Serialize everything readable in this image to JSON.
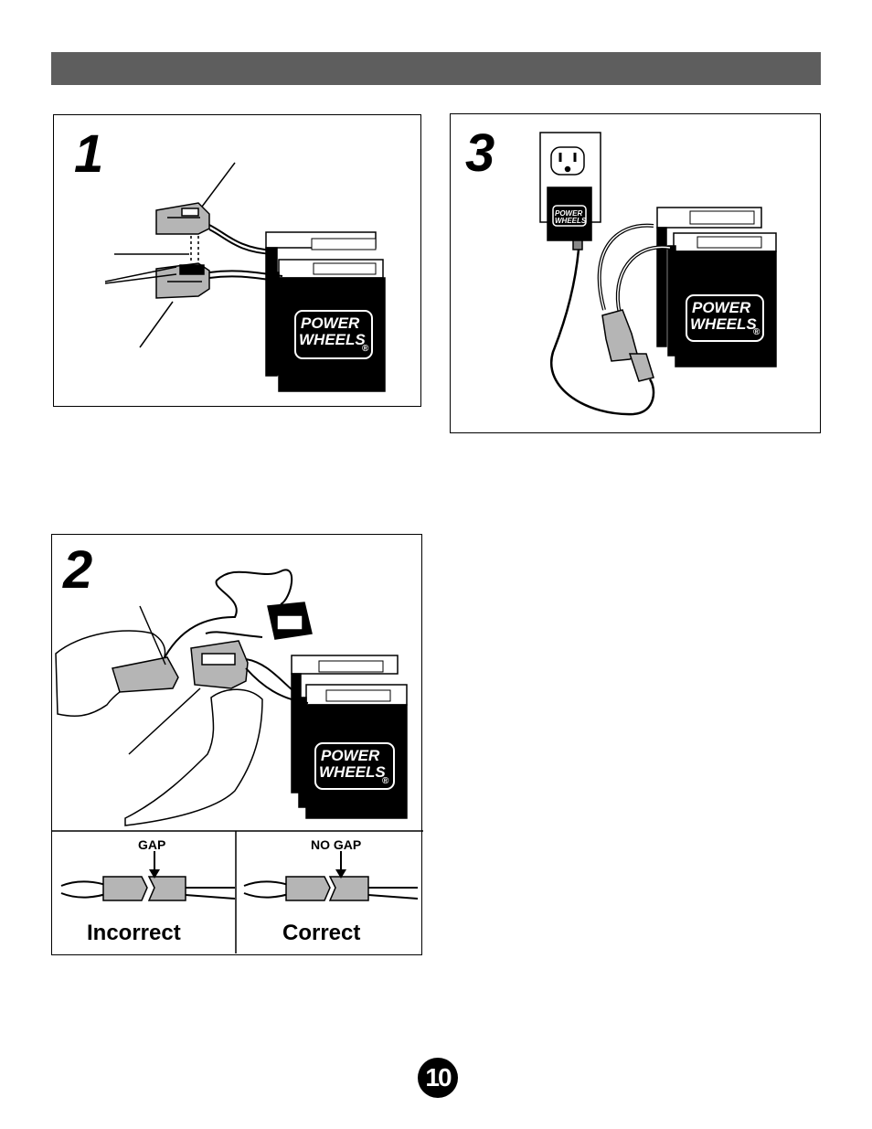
{
  "header": {
    "title": ""
  },
  "panel1": {
    "step": "1"
  },
  "panel2": {
    "step": "2",
    "gap_label": "GAP",
    "no_gap_label": "NO GAP",
    "incorrect_label": "Incorrect",
    "correct_label": "Correct"
  },
  "panel3": {
    "step": "3"
  },
  "battery": {
    "brand_line1": "POWER",
    "brand_line2": "WHEELS",
    "trademark": "®"
  },
  "charger": {
    "brand_line1": "POWER",
    "brand_line2": "WHEELS"
  },
  "page": {
    "number": "10"
  }
}
